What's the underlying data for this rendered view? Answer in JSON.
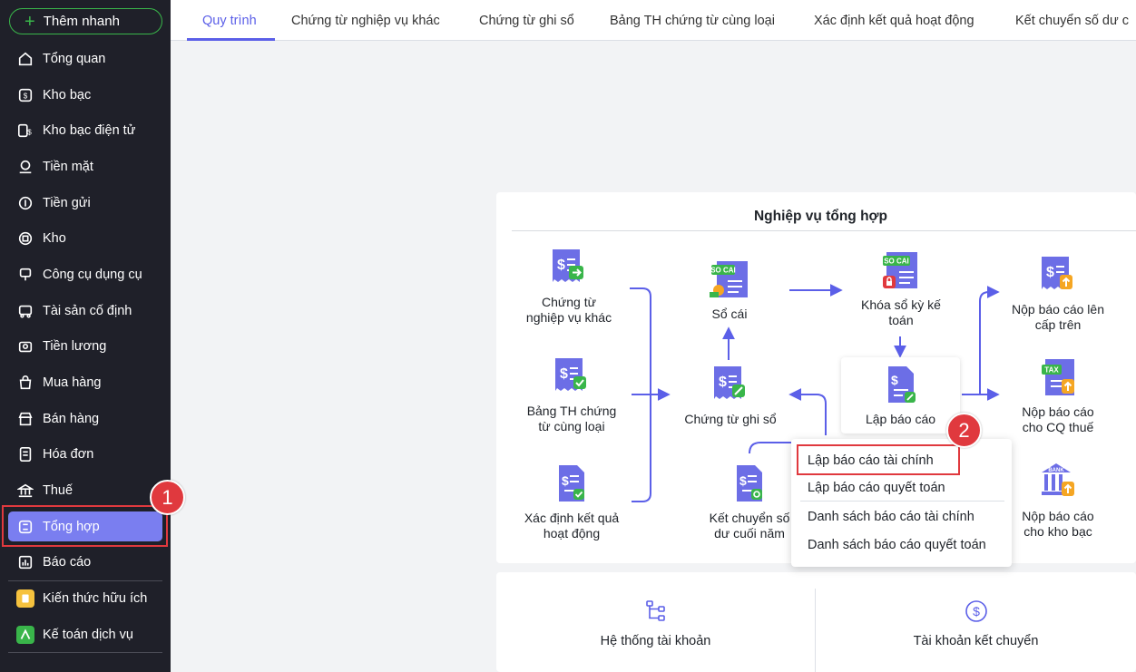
{
  "sidebar": {
    "quick_add": "Thêm nhanh",
    "items": [
      {
        "label": "Tổng quan",
        "icon": "home-icon"
      },
      {
        "label": "Kho bạc",
        "icon": "treasury-icon"
      },
      {
        "label": "Kho bạc điện tử",
        "icon": "e-treasury-icon"
      },
      {
        "label": "Tiền mặt",
        "icon": "cash-icon"
      },
      {
        "label": "Tiền gửi",
        "icon": "deposit-icon"
      },
      {
        "label": "Kho",
        "icon": "warehouse-icon"
      },
      {
        "label": "Công cụ dụng cụ",
        "icon": "tools-icon"
      },
      {
        "label": "Tài sản cố định",
        "icon": "fixed-asset-icon"
      },
      {
        "label": "Tiền lương",
        "icon": "salary-icon"
      },
      {
        "label": "Mua hàng",
        "icon": "purchase-icon"
      },
      {
        "label": "Bán hàng",
        "icon": "store-icon"
      },
      {
        "label": "Hóa đơn",
        "icon": "invoice-icon"
      },
      {
        "label": "Thuế",
        "icon": "tax-icon"
      },
      {
        "label": "Tổng hợp",
        "icon": "summary-icon",
        "active": true
      },
      {
        "label": "Báo cáo",
        "icon": "report-icon"
      },
      {
        "label": "Kiến thức hữu ích",
        "icon": "knowledge-icon"
      },
      {
        "label": "Kế toán dịch vụ",
        "icon": "accounting-service-icon"
      }
    ],
    "step1": "1"
  },
  "tabs": [
    {
      "label": "Quy trình",
      "active": true
    },
    {
      "label": "Chứng từ nghiệp vụ khác"
    },
    {
      "label": "Chứng từ ghi sổ"
    },
    {
      "label": "Bảng TH chứng từ cùng loại"
    },
    {
      "label": "Xác định kết quả hoạt động"
    },
    {
      "label": "Kết chuyển số dư c"
    }
  ],
  "panel": {
    "title": "Nghiệp vụ tổng hợp",
    "nodes": {
      "ctnvk_1": "Chứng từ",
      "ctnvk_2": "nghiệp vụ khác",
      "bth_1": "Bảng TH chứng",
      "bth_2": "từ cùng loại",
      "xdkq_1": "Xác định kết quả",
      "xdkq_2": "hoạt động",
      "socai": "Sổ cái",
      "ctgs": "Chứng từ ghi sổ",
      "ketchuyen_1": "Kết chuyển số",
      "ketchuyen_2": "dư cuối năm",
      "khoaso_1": "Khóa sổ kỳ kế",
      "khoaso_2": "toán",
      "lapbc": "Lập báo cáo",
      "nopcaptren_1": "Nộp báo cáo lên",
      "nopcaptren_2": "cấp trên",
      "nopthue_1": "Nộp báo cáo",
      "nopthue_2": "cho CQ thuế",
      "nopkhobac_1": "Nộp báo cáo",
      "nopkhobac_2": "cho kho bạc"
    },
    "icon_tags": {
      "socai": "SO CAI",
      "tax": "TAX",
      "bank": "BANK"
    }
  },
  "dropdown": {
    "items": [
      "Lập báo cáo tài chính",
      "Lập báo cáo quyết toán",
      "Danh sách báo cáo tài chính",
      "Danh sách báo cáo quyết toán"
    ],
    "step2": "2"
  },
  "bottom": {
    "left": "Hệ thống tài khoản",
    "right": "Tài khoản kết chuyển"
  },
  "colors": {
    "accent": "#5b5fe8",
    "sidebar": "#1f2029",
    "active_bg": "#7a7ef0",
    "highlight": "#e0393e",
    "icon_purple": "#6c6ee6",
    "icon_green": "#39b54a",
    "icon_orange": "#f5a623"
  }
}
